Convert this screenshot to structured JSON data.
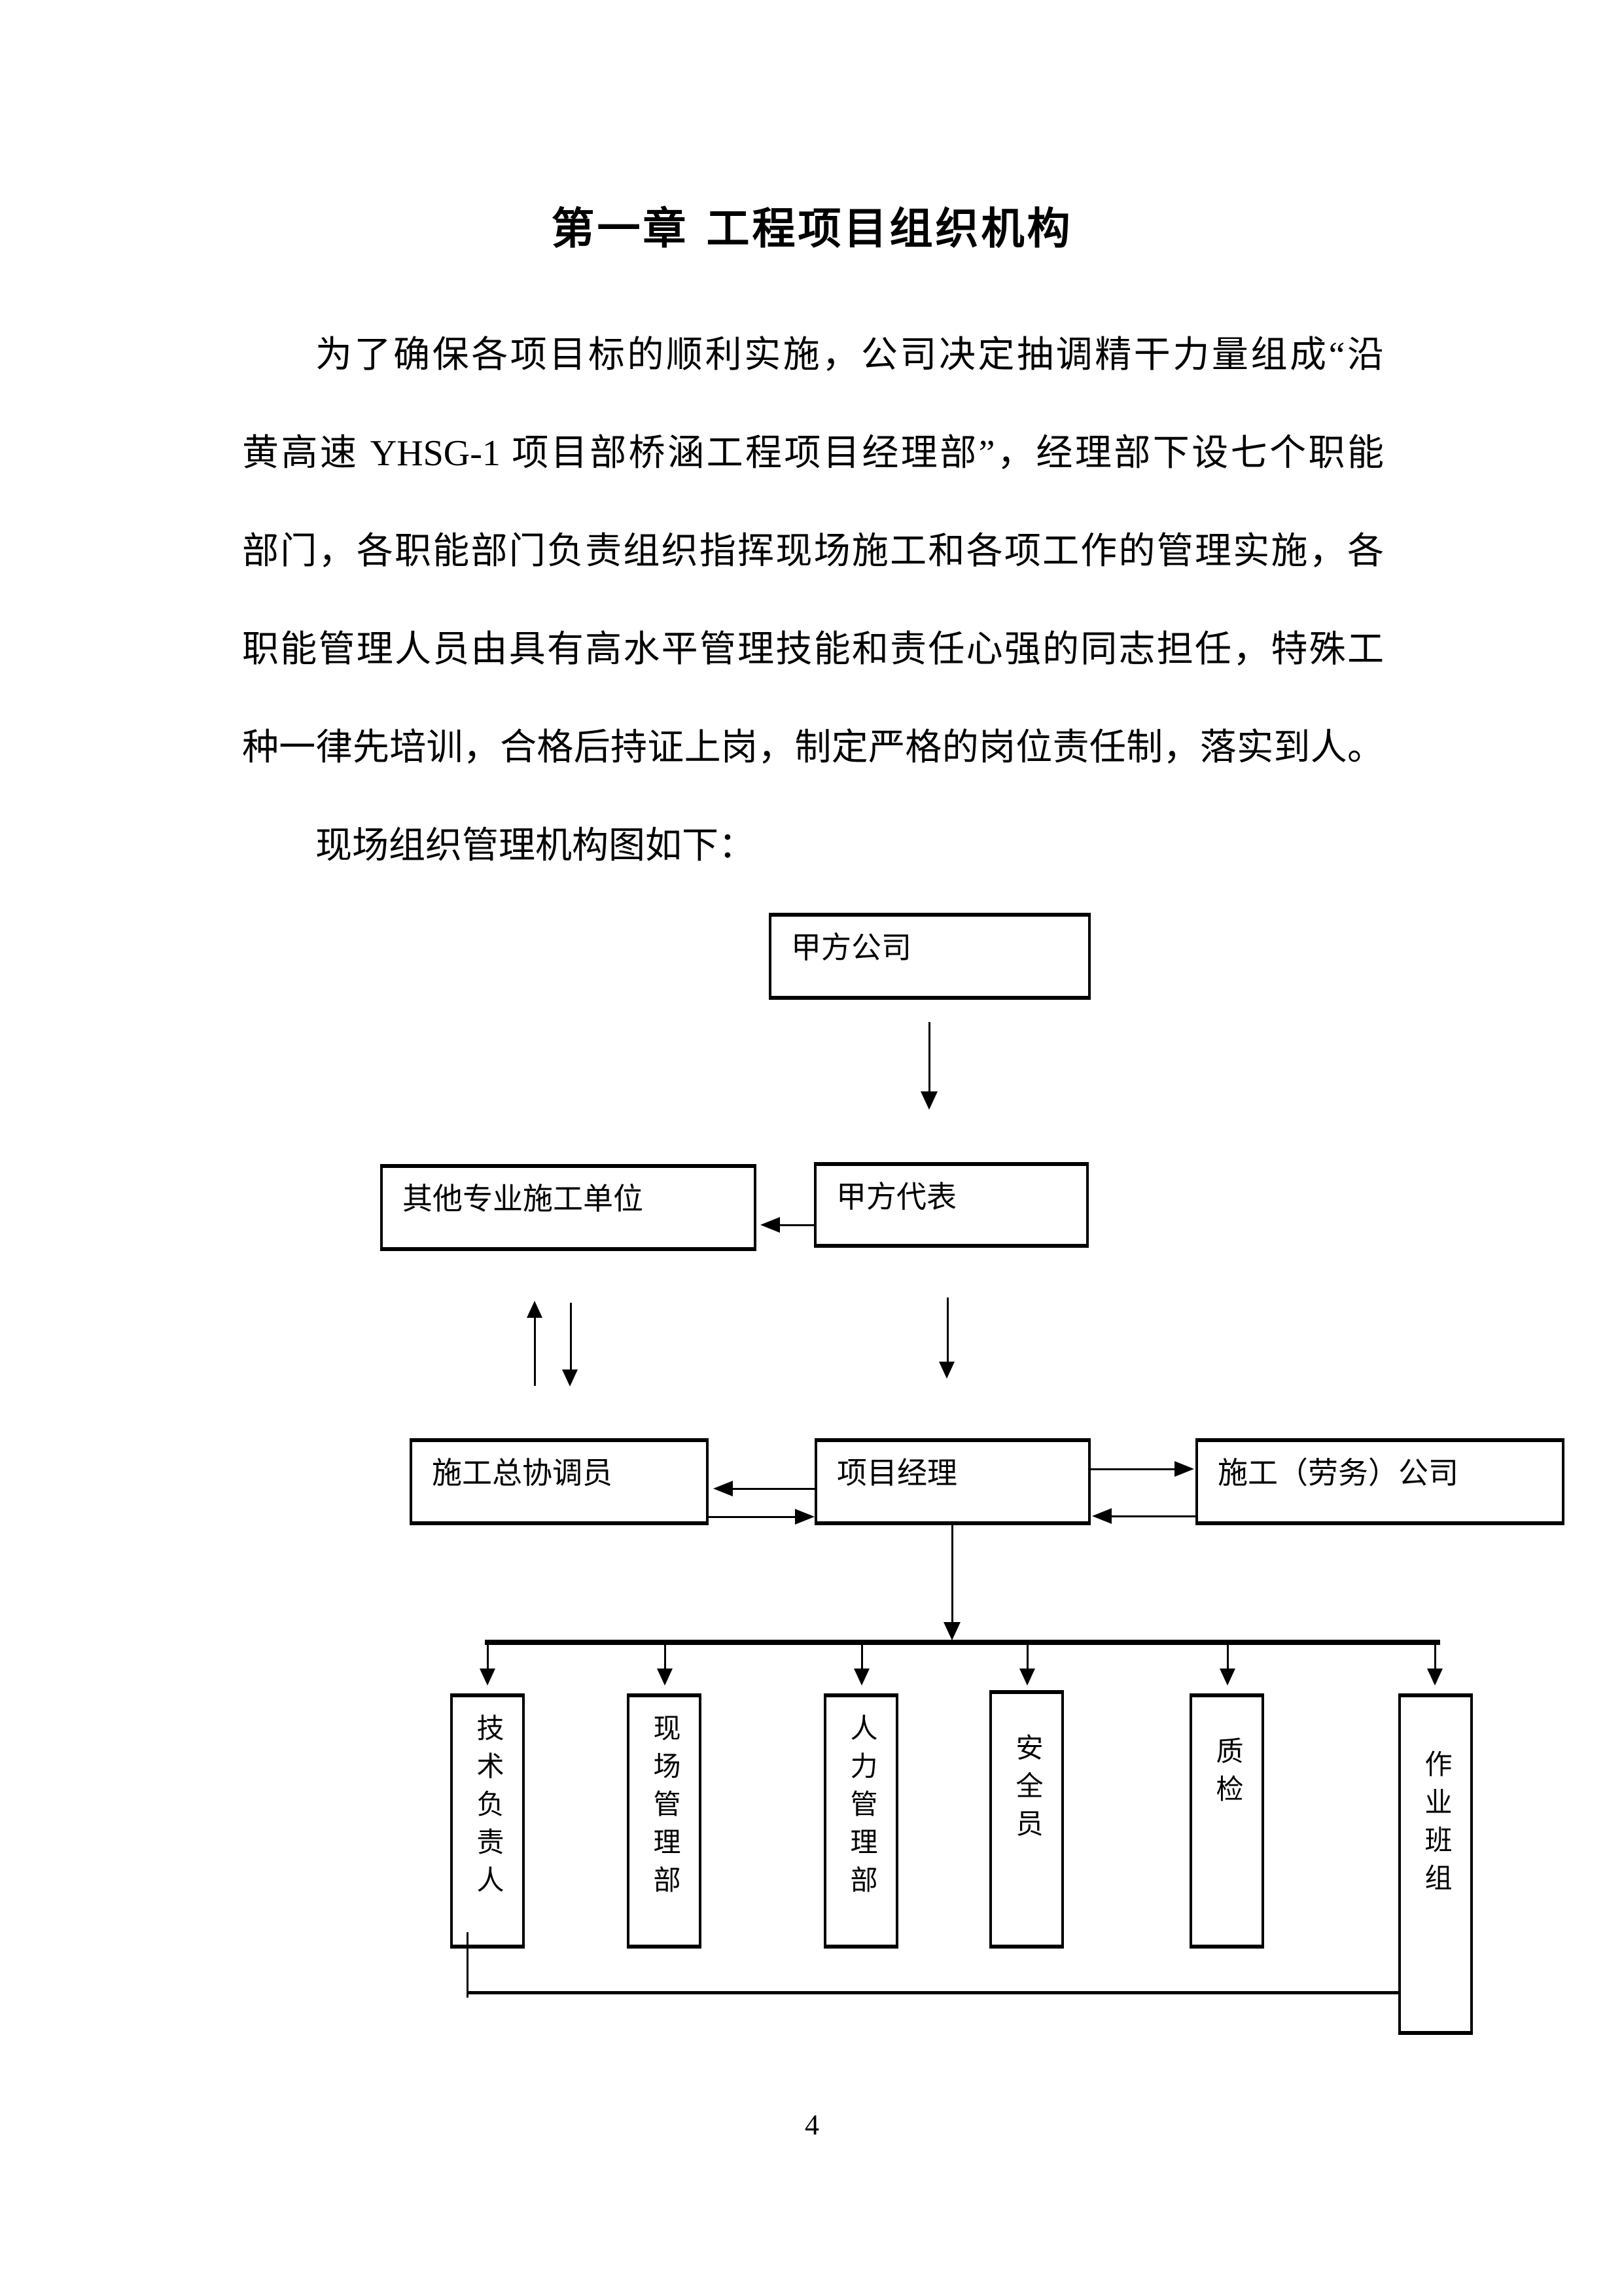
{
  "page": {
    "title": "第一章 工程项目组织机构",
    "para": [
      "为了确保各项目标的顺利实施，公司决定抽调精干力量组成“沿",
      "黄高速 YHSG-1 项目部桥涵工程项目经理部”，经理部下设七个职能",
      "部门，各职能部门负责组织指挥现场施工和各项工作的管理实施，各",
      "职能管理人员由具有高水平管理技能和责任心强的同志担任，特殊工",
      "种一律先培训，合格后持证上岗，制定严格的岗位责任制，落实到人。"
    ],
    "caption": "现场组织管理机构图如下：",
    "page_number": "4"
  },
  "diagram": {
    "nodes": {
      "party_a_company": "甲方公司",
      "other_units": "其他专业施工单位",
      "party_a_rep": "甲方代表",
      "coordinator": "施工总协调员",
      "project_manager": "项目经理",
      "labor_company": "施工（劳务）公司",
      "dept_tech": "技术负责人",
      "dept_site": "现场管理部",
      "dept_hr": "人力管理部",
      "dept_safety": "安全员",
      "dept_qc": "质检",
      "dept_team": "作业班组"
    },
    "colors": {
      "line": "#000000",
      "text": "#000000",
      "background": "#ffffff"
    }
  }
}
